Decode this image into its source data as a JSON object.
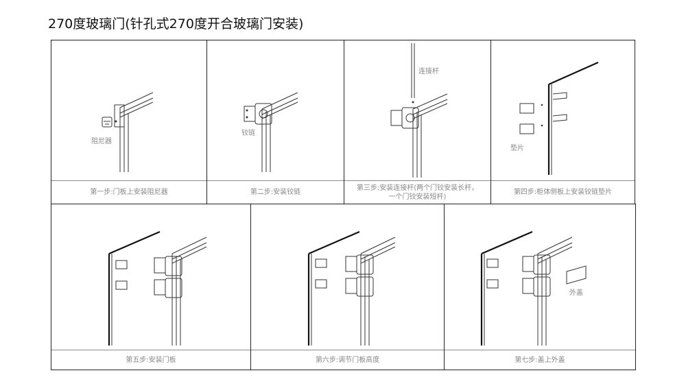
{
  "title": "270度玻璃门(针孔式270度开合玻璃门安装)",
  "steps": [
    {
      "caption": "第一步:门板上安装阻尼器",
      "label": "阻尼器"
    },
    {
      "caption": "第二步:安装铰链",
      "label": "铰链"
    },
    {
      "caption": "第三步:安装连接杆(两个门铰安装长杆，一个门铰安装短杆)",
      "label": "连接杆"
    },
    {
      "caption": "第四步:柜体侧板上安装铰链垫片",
      "label": "垫片"
    },
    {
      "caption": "第五步:安装门板",
      "label": ""
    },
    {
      "caption": "第六步:调节门板高度",
      "label": ""
    },
    {
      "caption": "第七步:盖上外盖",
      "label": "外盖"
    }
  ]
}
